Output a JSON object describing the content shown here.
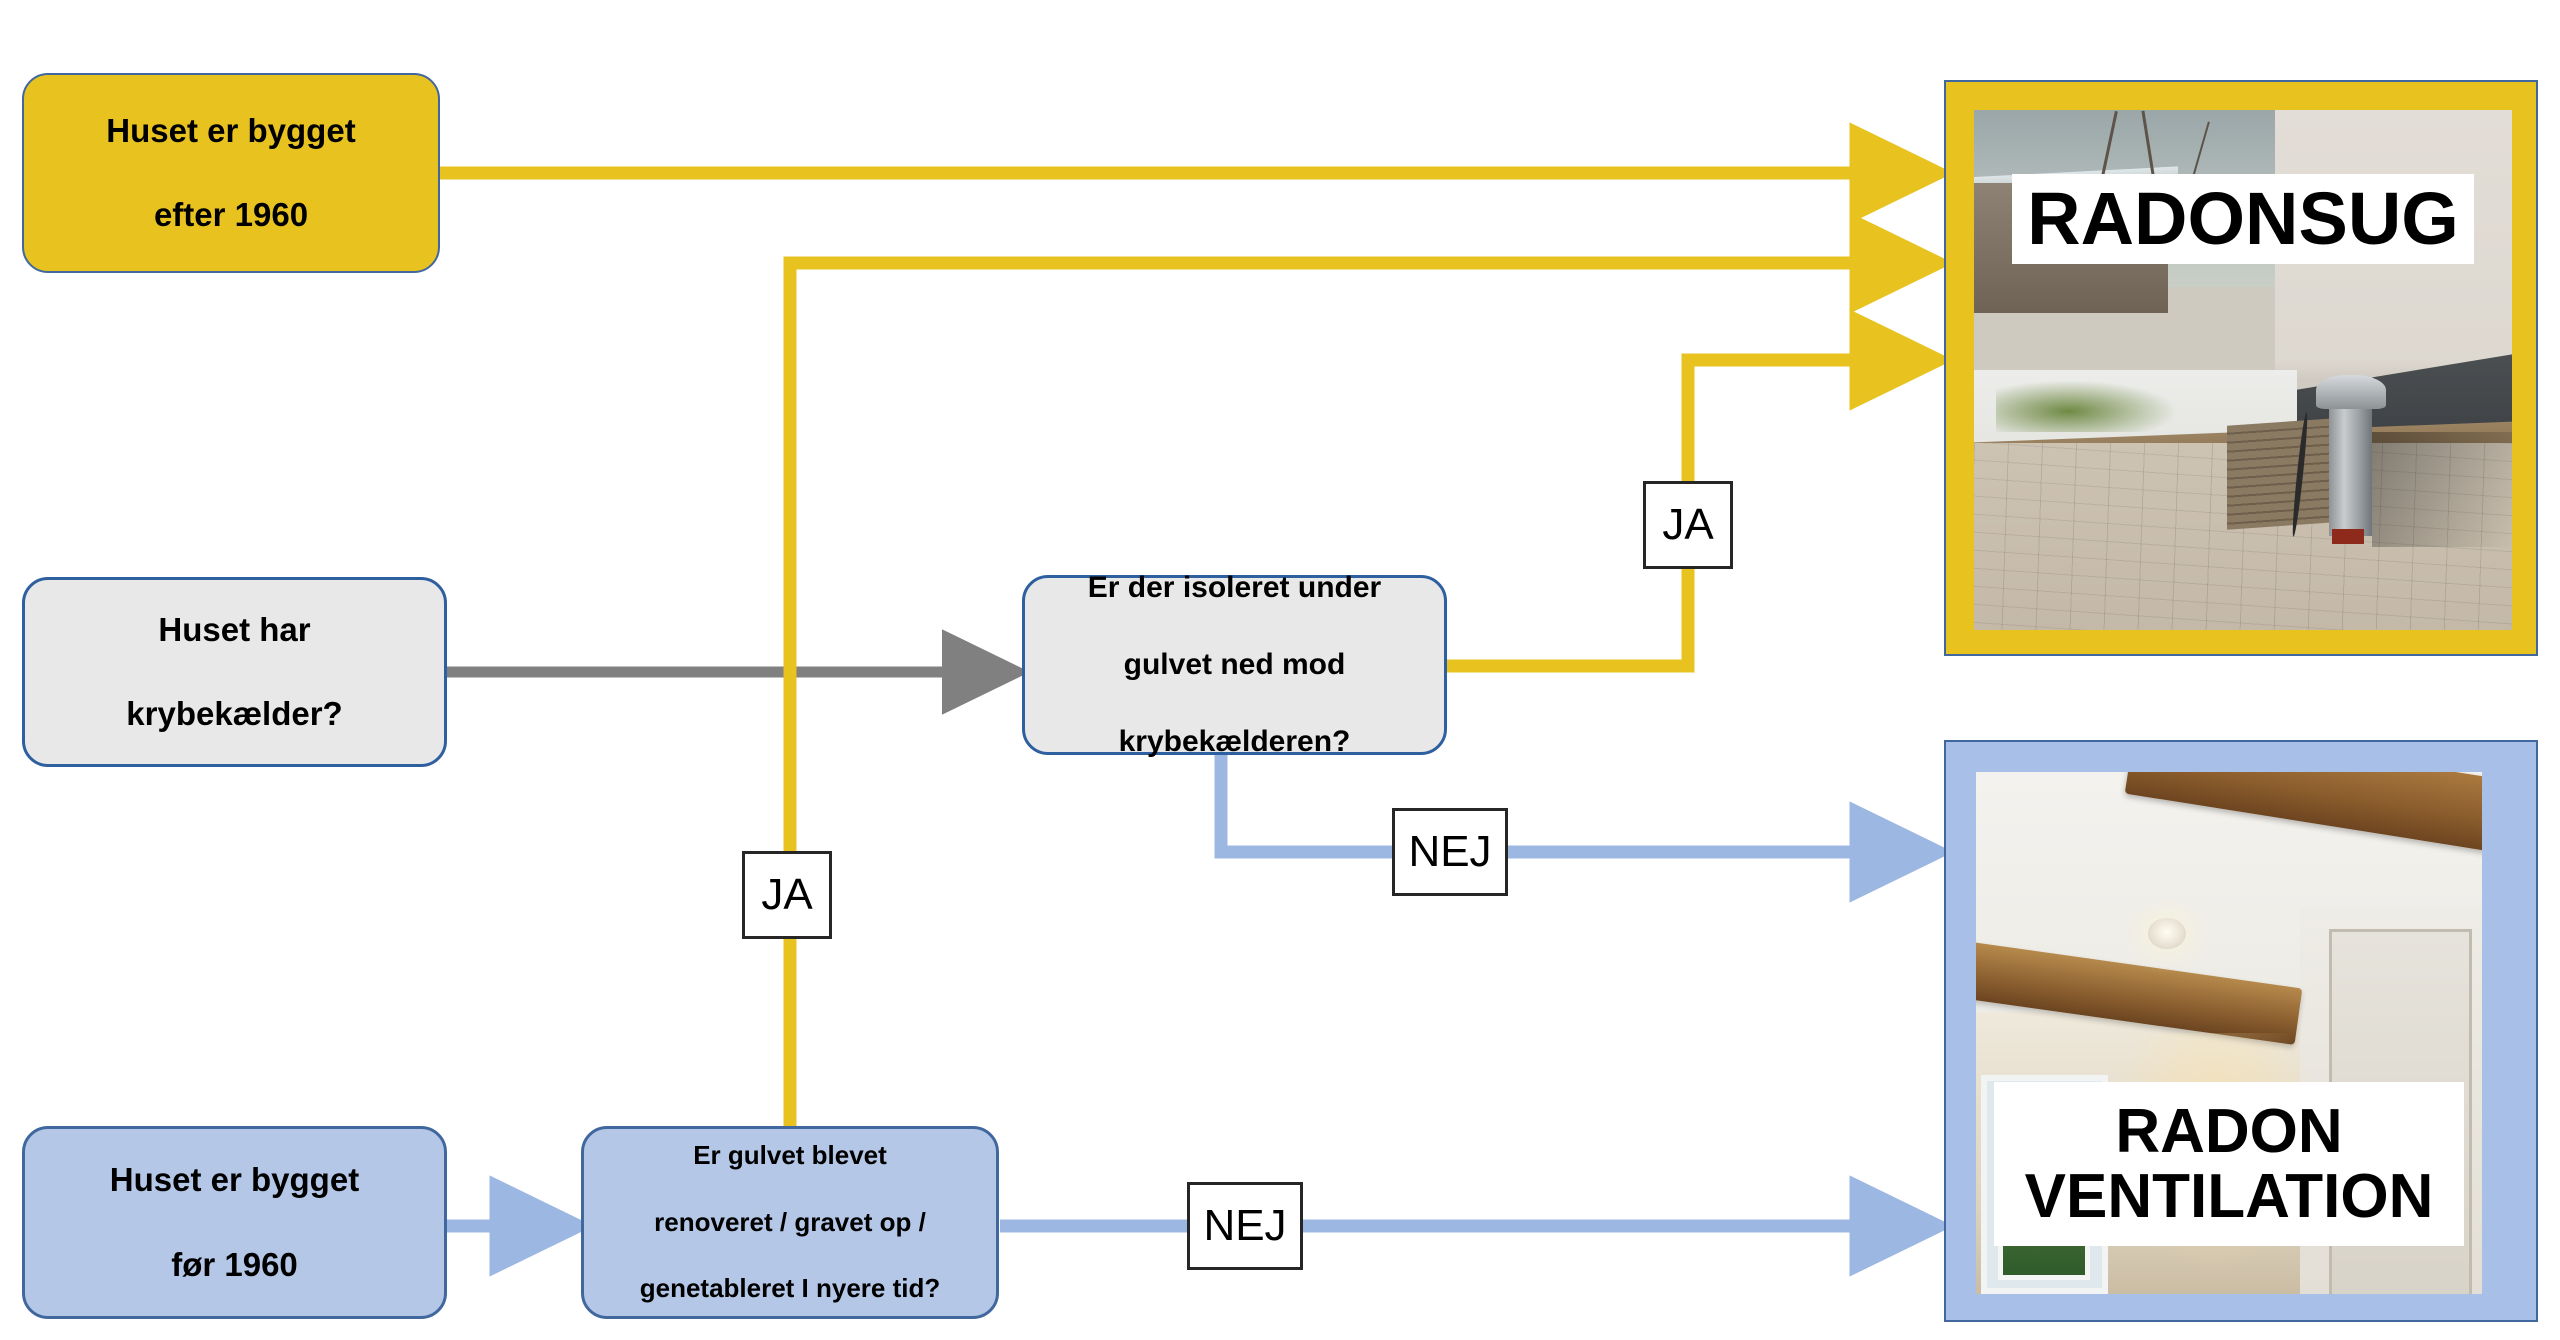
{
  "diagram": {
    "title": "Radon afhjaelpning beslutningstrae",
    "language": "da",
    "colors": {
      "yellow": "#E8C320",
      "blue_line": "#9DB7E3",
      "gray_line": "#808080",
      "node_gray_fill": "#E8E8E8",
      "node_blue_fill": "#B4C7E7",
      "node_border_blue": "#41689E",
      "label_border": "#262626"
    }
  },
  "nodes": [
    {
      "id": "built-after-1960",
      "text_lines": [
        "Huset er bygget",
        "efter 1960"
      ],
      "style": "yellow"
    },
    {
      "id": "has-crawlspace",
      "text_lines": [
        "Huset har",
        "krybekælder?"
      ],
      "style": "gray"
    },
    {
      "id": "insulated-under-floor",
      "text_lines": [
        "Er der isoleret under",
        "gulvet ned mod",
        "krybekælderen?"
      ],
      "style": "gray"
    },
    {
      "id": "built-before-1960",
      "text_lines": [
        "Huset er bygget",
        "før 1960"
      ],
      "style": "blue"
    },
    {
      "id": "floor-renovated",
      "text_lines": [
        "Er gulvet blevet",
        "renoveret / gravet op /",
        "genetableret I nyere tid?"
      ],
      "style": "blue"
    }
  ],
  "edge_labels": [
    {
      "id": "ja-isolation",
      "text": "JA"
    },
    {
      "id": "ja-renovated",
      "text": "JA"
    },
    {
      "id": "nej-isolation",
      "text": "NEJ"
    },
    {
      "id": "nej-renovated",
      "text": "NEJ"
    }
  ],
  "outcomes": [
    {
      "id": "radonsug",
      "caption": "RADONSUG",
      "frame_color": "#E8C320"
    },
    {
      "id": "radon-ventilation",
      "caption_lines": [
        "RADON",
        "VENTILATION"
      ],
      "frame_color": "#A8C0E8"
    }
  ]
}
